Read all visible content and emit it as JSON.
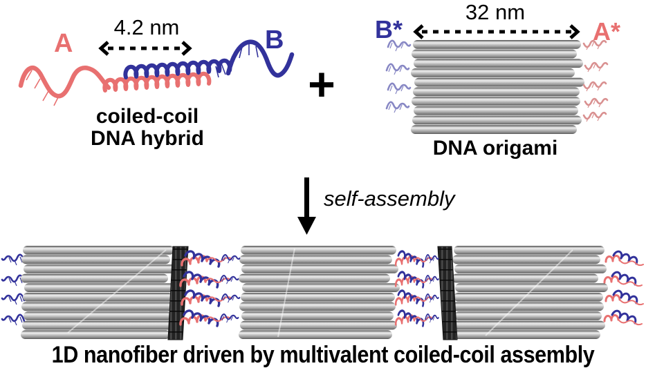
{
  "figure": {
    "hybrid": {
      "measurement": "4.2 nm",
      "strand_a_label": "A",
      "strand_b_label": "B",
      "caption_line1": "coiled-coil",
      "caption_line2": "DNA hybrid"
    },
    "operator": "+",
    "origami": {
      "measurement": "32 nm",
      "left_label": "B*",
      "right_label": "A*",
      "caption": "DNA origami"
    },
    "process_label": "self-assembly",
    "result_caption": "1D nanofiber driven by multivalent coiled-coil assembly"
  },
  "colors": {
    "strand_a": "#e87070",
    "strand_b": "#32329b",
    "strand_a_light": "#d99090",
    "strand_b_light": "#8787c4",
    "text": "#000000",
    "background": "#ffffff",
    "cylinder_mid": "#bdbdbd",
    "end_face": "#232323"
  }
}
